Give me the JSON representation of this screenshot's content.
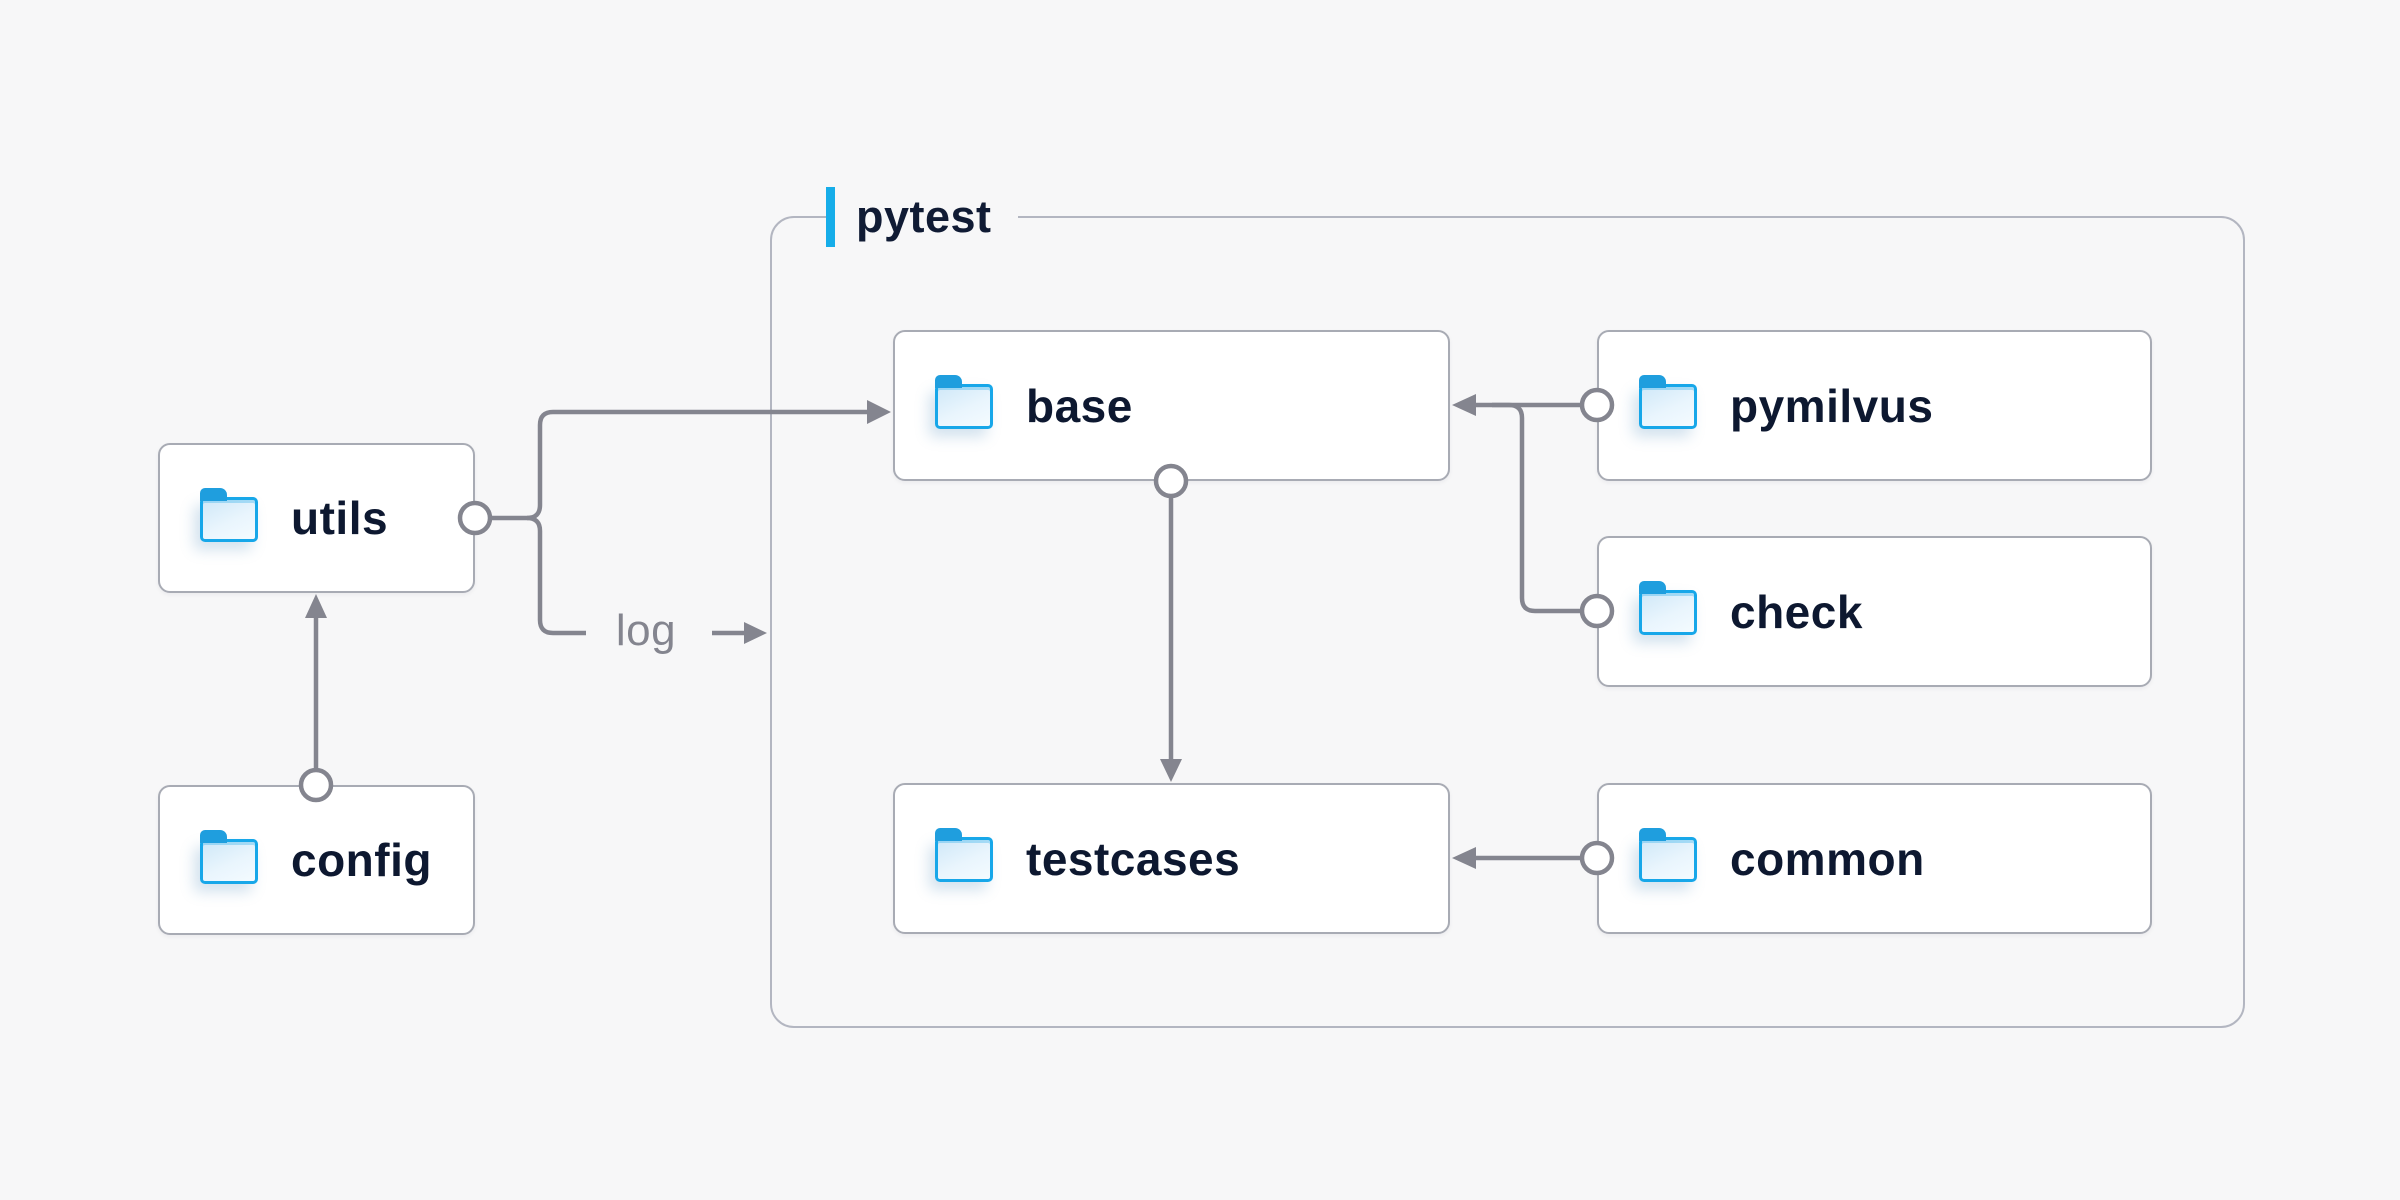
{
  "diagram": {
    "container": {
      "label": "pytest",
      "accent_color": "#16ade9"
    },
    "nodes": {
      "utils": {
        "label": "utils",
        "icon": "folder-icon"
      },
      "config": {
        "label": "config",
        "icon": "folder-icon"
      },
      "base": {
        "label": "base",
        "icon": "folder-icon"
      },
      "pymilvus": {
        "label": "pymilvus",
        "icon": "folder-icon"
      },
      "check": {
        "label": "check",
        "icon": "folder-icon"
      },
      "testcases": {
        "label": "testcases",
        "icon": "folder-icon"
      },
      "common": {
        "label": "common",
        "icon": "folder-icon"
      }
    },
    "edges": [
      {
        "from": "utils",
        "to": "base",
        "label": ""
      },
      {
        "from": "utils",
        "to": "pytest",
        "label": "log"
      },
      {
        "from": "config",
        "to": "utils",
        "label": ""
      },
      {
        "from": "base",
        "to": "testcases",
        "label": ""
      },
      {
        "from": "pymilvus",
        "to": "base",
        "label": ""
      },
      {
        "from": "check",
        "to": "base",
        "label": ""
      },
      {
        "from": "common",
        "to": "testcases",
        "label": ""
      }
    ],
    "edge_log_label": "log",
    "colors": {
      "background": "#f7f7f8",
      "line": "#84858f",
      "node_border": "#a8abb4",
      "container_border": "#b3b6c1",
      "text": "#0d1830",
      "folder_blue": "#17a7e9"
    }
  }
}
